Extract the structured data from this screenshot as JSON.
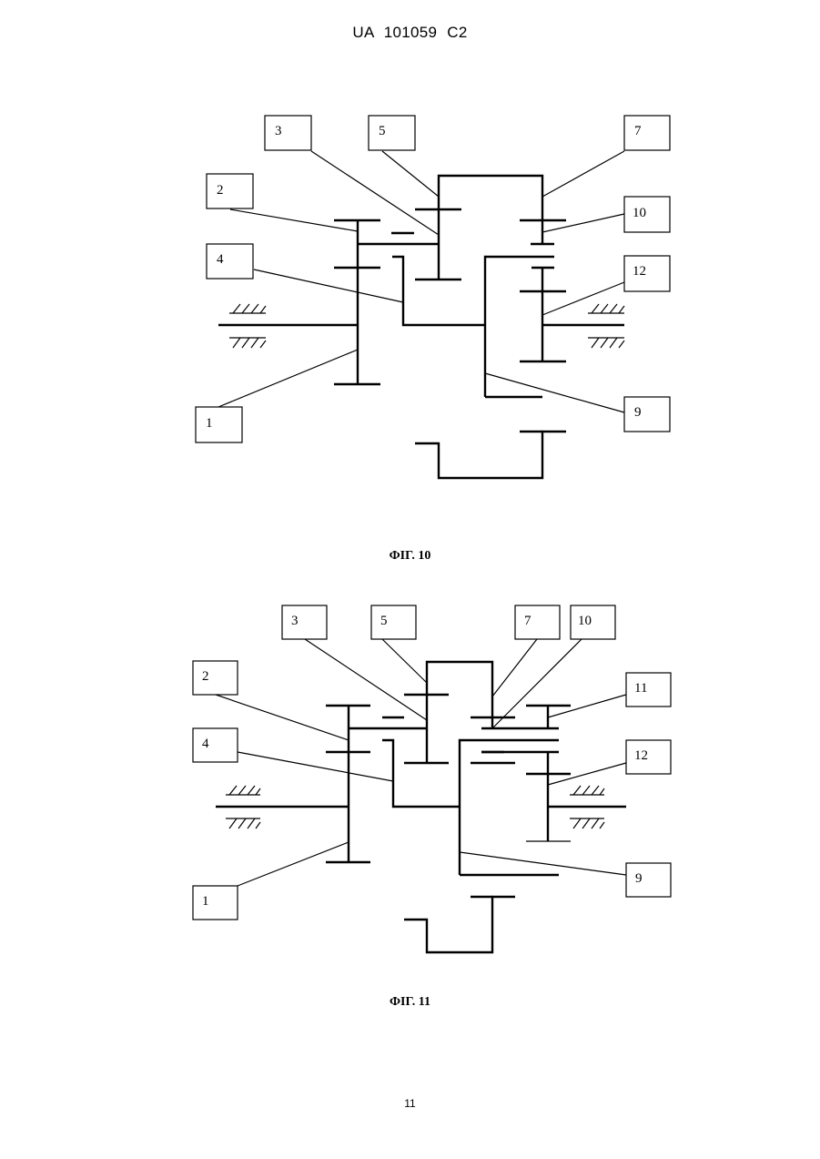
{
  "header": {
    "text": "UA   101059   C2"
  },
  "figure_10": {
    "caption": "ФІГ. 10",
    "labels": {
      "l1": "1",
      "l2": "2",
      "l3": "3",
      "l4": "4",
      "l5": "5",
      "l7": "7",
      "l9": "9",
      "l10": "10",
      "l12": "12"
    }
  },
  "figure_11": {
    "caption": "ФІГ. 11",
    "labels": {
      "l1": "1",
      "l2": "2",
      "l3": "3",
      "l4": "4",
      "l5": "5",
      "l7": "7",
      "l9": "9",
      "l10": "10",
      "l11": "11",
      "l12": "12"
    }
  },
  "footer": {
    "page_number": "11"
  }
}
